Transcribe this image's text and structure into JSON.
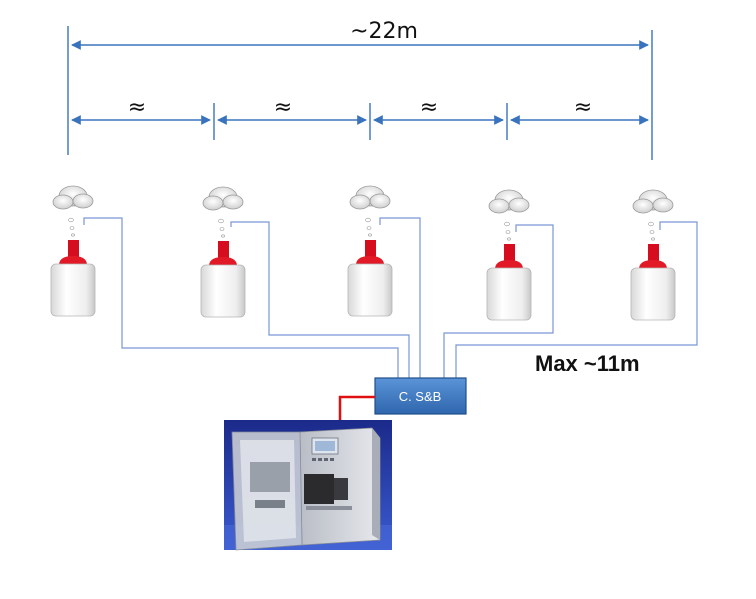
{
  "diagram": {
    "total_span_label": "~22m",
    "segment_labels": [
      "≈",
      "≈",
      "≈",
      "≈"
    ],
    "max_distance_label": "Max ~11m",
    "control_box_label": "C. S&B"
  },
  "colors": {
    "dimension_line": "#3a73bd",
    "wire": "#7a96d6",
    "control_box": "#3f7cc8",
    "control_box_border": "#1f4f8a",
    "feed_wire": "#e01010",
    "bottle_cap": "#d60d1e"
  }
}
